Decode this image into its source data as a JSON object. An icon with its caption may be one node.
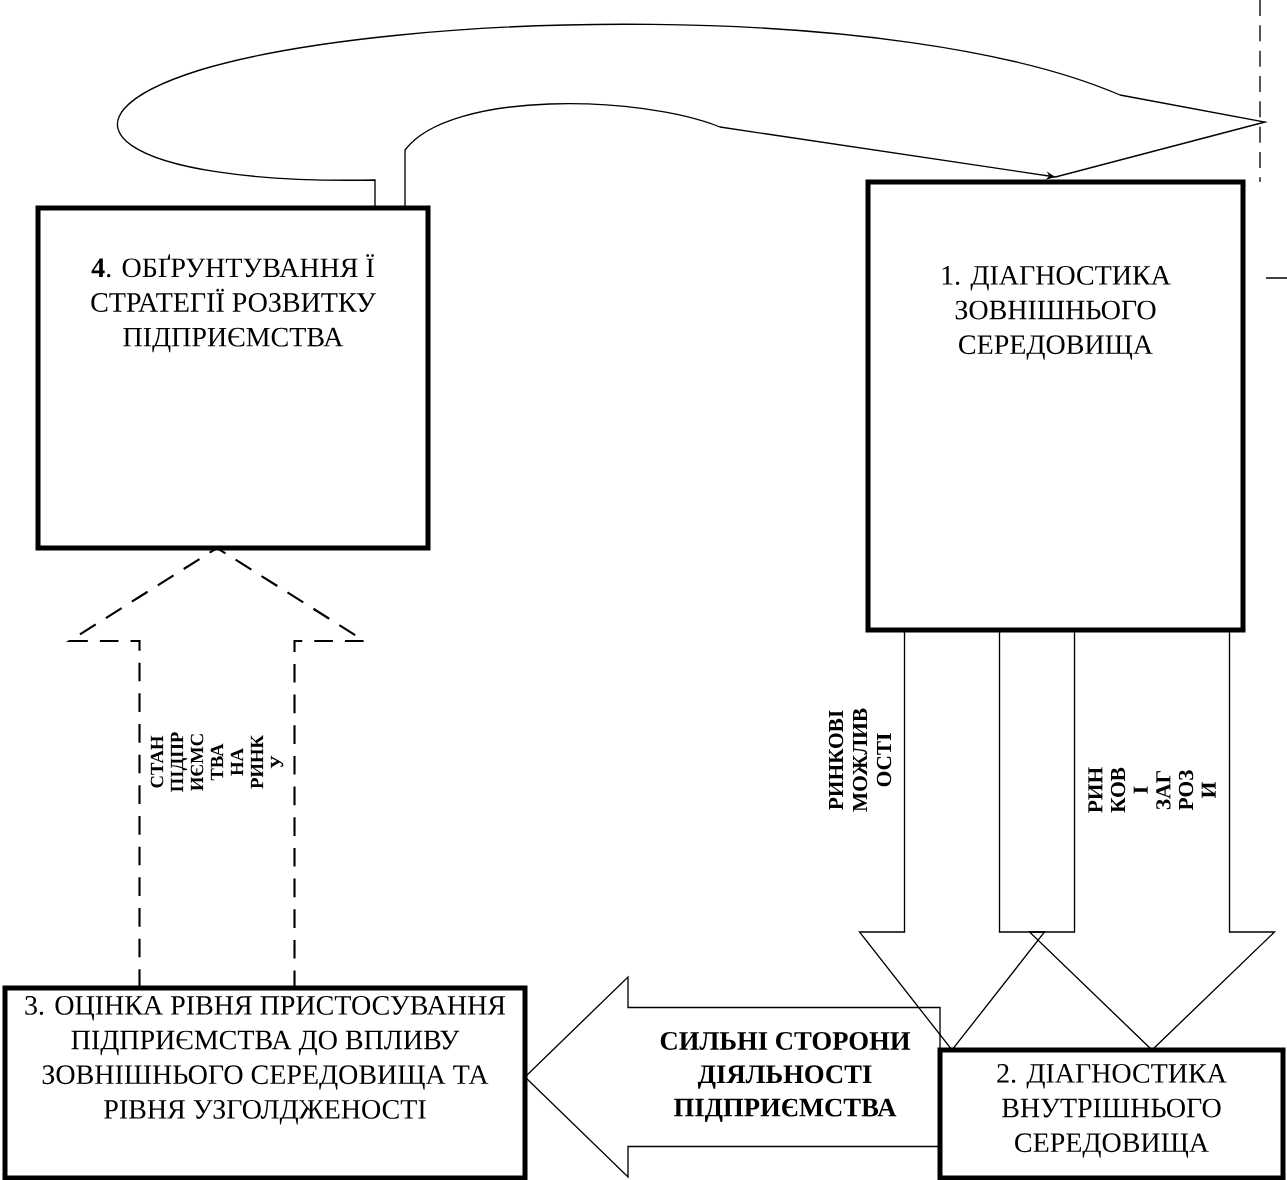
{
  "diagram": {
    "nodes": [
      {
        "text": [
          "**4**. ОБҐРУНТУВАННЯ Ї СТРАТЕГІЇ РОЗВИТКУ ПІДПРИЄМСТВА"
        ]
      },
      {
        "text": [
          "1. ДІАГНОСТИКА ЗОВНІШНЬОГО СЕРЕДОВИЩА"
        ]
      },
      {
        "text": [
          "3. ОЦІНКА РІВНЯ ПРИСТОСУВАННЯ ПІДПРИЄМСТВА ДО ВПЛИВУ ЗОВНІШНЬОГО СЕРЕДОВИЩА ТА РІВНЯ УЗГОЛДЖЕНОСТІ"
        ]
      },
      {
        "text": [
          "2. ДІАГНОСТИКА ВНУТРІШНЬОГО СЕРЕДОВИЩА"
        ]
      }
    ],
    "edges": [
      {
        "from": 0,
        "to": 1,
        "arrow": "to"
      },
      {
        "from": 1,
        "to": 3,
        "arrow": "to",
        "label": "РИНКОВІ МОЖЛИВ ОСТІ"
      },
      {
        "from": 1,
        "to": 3,
        "arrow": "to",
        "label": "РИН КОВ І ЗАГ РОЗ И"
      },
      {
        "from": 3,
        "to": 2,
        "arrow": "to",
        "label": "СИЛЬНІ СТОРОНИ ДІЯЛЬНОСТІ ПІДПРИЄМСТВА"
      },
      {
        "from": 2,
        "to": 0,
        "arrow": "to",
        "style": "dashed",
        "label": "СТАН ПІДПР ИЄМС ТВА НА РИНК У"
      }
    ]
  }
}
